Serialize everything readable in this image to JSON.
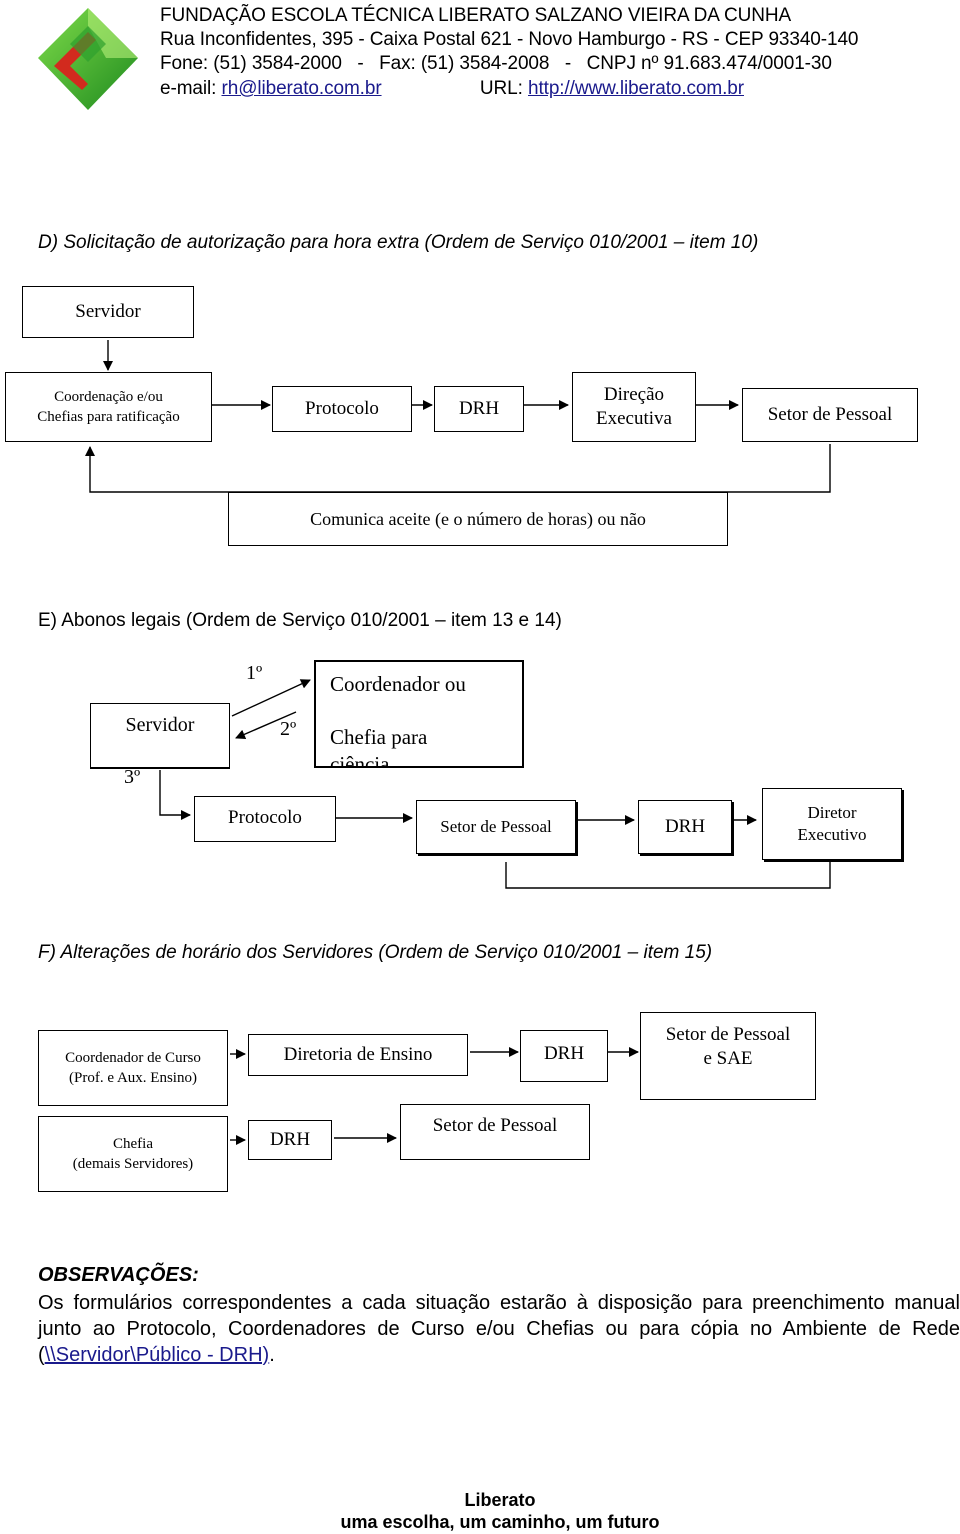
{
  "header": {
    "org_name": "FUNDAÇÃO ESCOLA TÉCNICA LIBERATO SALZANO VIEIRA DA CUNHA",
    "address": "Rua Inconfidentes, 395 - Caixa Postal 621 - Novo Hamburgo - RS - CEP 93340-140",
    "phones": "Fone: (51) 3584-2000   -   Fax: (51) 3584-2008   -   CNPJ nº 91.683.474/0001-30",
    "email_label": "e-mail: ",
    "email": "rh@liberato.com.br",
    "url_label": "URL: ",
    "url": "http://www.liberato.com.br"
  },
  "section_d": {
    "title": "D) Solicitação de autorização para hora extra (Ordem de Serviço 010/2001 – item 10)",
    "servidor": "Servidor",
    "coordenacao": "Coordenação e/ou\nChefias para ratificação",
    "protocolo": "Protocolo",
    "drh": "DRH",
    "direcao": "Direção\nExecutiva",
    "setor_pessoal": "Setor de Pessoal",
    "comunica": "Comunica aceite (e o número de horas) ou não"
  },
  "section_e": {
    "title": "E) Abonos legais (Ordem de Serviço 010/2001 – item 13 e 14)",
    "step1": "1º",
    "step2": "2º",
    "step3": "3º",
    "servidor": "Servidor",
    "coordenador_line1": "Coordenador ou",
    "coordenador_line2": "Chefia para",
    "coordenador_line3": "ciência",
    "protocolo": "Protocolo",
    "setor_pessoal": "Setor de Pessoal",
    "drh": "DRH",
    "diretor": "Diretor\nExecutivo"
  },
  "section_f": {
    "title": "F) Alterações de horário dos Servidores (Ordem de Serviço 010/2001 – item 15)",
    "coordenador_curso": "Coordenador de Curso\n(Prof. e Aux. Ensino)",
    "diretoria_ensino": "Diretoria de Ensino",
    "drh_1": "DRH",
    "setor_sae": "Setor de Pessoal\ne SAE",
    "chefia": "Chefia\n(demais Servidores)",
    "drh_2": "DRH",
    "setor_pessoal": "Setor de Pessoal"
  },
  "observacoes": {
    "title": "OBSERVAÇÕES:",
    "body": "Os formulários correspondentes a cada situação estarão à disposição para preenchimento manual junto ao Protocolo, Coordenadores de Curso e/ou Chefias ou para cópia no Ambiente de Rede (",
    "link": "\\\\Servidor\\Público - DRH)",
    "end": "."
  },
  "footer": {
    "line1": "Liberato",
    "line2": "uma escolha, um caminho, um futuro"
  }
}
